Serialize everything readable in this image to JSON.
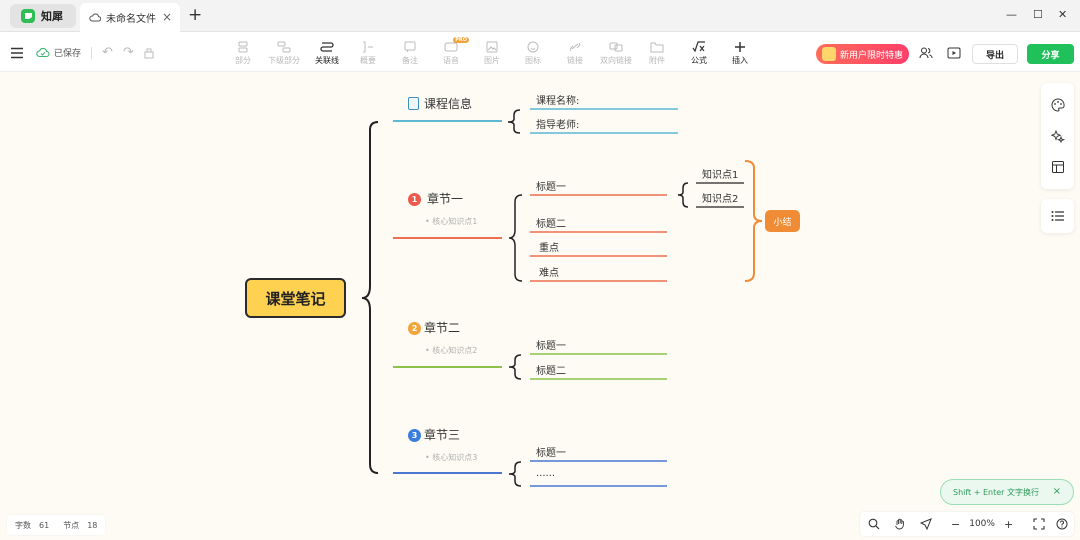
{
  "app": {
    "name": "知犀",
    "tab_title": "未命名文件"
  },
  "toolbar": {
    "saved": "已保存",
    "tools": [
      {
        "label": "部分",
        "icon": "sibling-node-icon",
        "active": false
      },
      {
        "label": "下级部分",
        "icon": "child-node-icon",
        "active": false
      },
      {
        "label": "关联线",
        "icon": "relation-line-icon",
        "active": true
      },
      {
        "label": "概要",
        "icon": "summary-bracket-icon",
        "active": false
      },
      {
        "label": "备注",
        "icon": "note-icon",
        "active": false
      },
      {
        "label": "语音",
        "icon": "voice-icon",
        "active": false,
        "pro": "PRO"
      },
      {
        "label": "图片",
        "icon": "image-icon",
        "active": false
      },
      {
        "label": "图标",
        "icon": "emoji-icon",
        "active": false
      },
      {
        "label": "链接",
        "icon": "link-icon",
        "active": false
      },
      {
        "label": "双向链接",
        "icon": "bilink-icon",
        "active": false
      },
      {
        "label": "附件",
        "icon": "folder-icon",
        "active": false
      },
      {
        "label": "公式",
        "icon": "formula-icon",
        "active": true
      },
      {
        "label": "插入",
        "icon": "insert-icon",
        "active": true
      }
    ],
    "promo": "新用户限时特惠",
    "export": "导出",
    "share": "分享"
  },
  "mindmap": {
    "root": "课堂笔记",
    "course_info": {
      "title": "课程信息",
      "items": [
        "课程名称:",
        "指导老师:"
      ]
    },
    "chapters": [
      {
        "num": "1",
        "title": "章节一",
        "note": "核心知识点1",
        "items": [
          "标题一",
          "标题二",
          "重点",
          "难点"
        ],
        "color": "#ec6f4f"
      },
      {
        "num": "2",
        "title": "章节二",
        "note": "核心知识点2",
        "items": [
          "标题一",
          "标题二"
        ],
        "color": "#8cc14b"
      },
      {
        "num": "3",
        "title": "章节三",
        "note": "核心知识点3",
        "items": [
          "标题一",
          "......"
        ],
        "color": "#4a78d1"
      }
    ],
    "knowledge": [
      "知识点1",
      "知识点2"
    ],
    "summary": "小结",
    "colors": {
      "info": "#5db8d4",
      "summary": "#f08c35",
      "root": "#ffd151",
      "badge1": "#ec5a4c",
      "badge2": "#f2a33a",
      "badge3": "#3b7ddd"
    }
  },
  "statusbar": {
    "words_label": "字数",
    "words": "61",
    "nodes_label": "节点",
    "nodes": "18",
    "toast": "Shift + Enter 文字换行",
    "zoom": "100%"
  }
}
